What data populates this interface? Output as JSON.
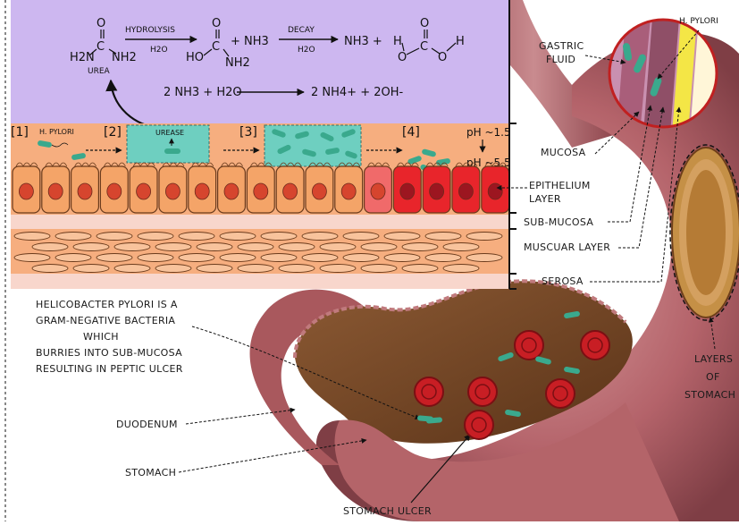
{
  "reaction": {
    "hydrolysis": "HYDROLYSIS",
    "decay": "DECAY",
    "h2o": "H2O",
    "urea": "UREA",
    "nh3_plus": "+ NH3",
    "nh3_plus2": "NH3 +",
    "eq2_left": "2 NH3 + H2O",
    "eq2_right": "2 NH4+ + 2OH-",
    "o": "O",
    "c": "C",
    "h2n": "H2N",
    "nh2": "NH2",
    "ho": "HO",
    "h": "H"
  },
  "steps": {
    "s1": "[1]",
    "s2": "[2]",
    "s3": "[3]",
    "s4": "[4]",
    "hpylori": "H. PYLORI",
    "urease": "UREASE",
    "ph1": "pH ~1.5",
    "ph2": "pH ~5.5"
  },
  "labels": {
    "h_pylori_zoom": "H. PYLORI",
    "gastric_fluid_1": "GASTRIC",
    "gastric_fluid_2": "FLUID",
    "mucosa": "MUCOSA",
    "epithelium_1": "EPITHELIUM",
    "epithelium_2": "LAYER",
    "sub_mucosa": "SUB-MUCOSA",
    "muscuar": "MUSCUAR LAYER",
    "serosa": "SEROSA",
    "layers_1": "LAYERS",
    "layers_2": "OF",
    "layers_3": "STOMACH",
    "note_1": "HELICOBACTER PYLORI IS A",
    "note_2": "GRAM-NEGATIVE BACTERIA",
    "note_3": "WHICH",
    "note_4": "BURRIES INTO SUB-MUCOSA",
    "note_5": "RESULTING IN PEPTIC ULCER",
    "duodenum": "DUODENUM",
    "stomach": "STOMACH",
    "ulcer": "STOMACH ULCER"
  },
  "colors": {
    "lilac": "#cdb7f0",
    "peach": "#f6ae7f",
    "cell": "#f4a468",
    "nucleus": "#d6452e",
    "red_cell": "#e8252b",
    "bacteria": "#3aa98d",
    "stomach_outer": "#a9555a",
    "stomach_inner": "#7e4c2e"
  }
}
